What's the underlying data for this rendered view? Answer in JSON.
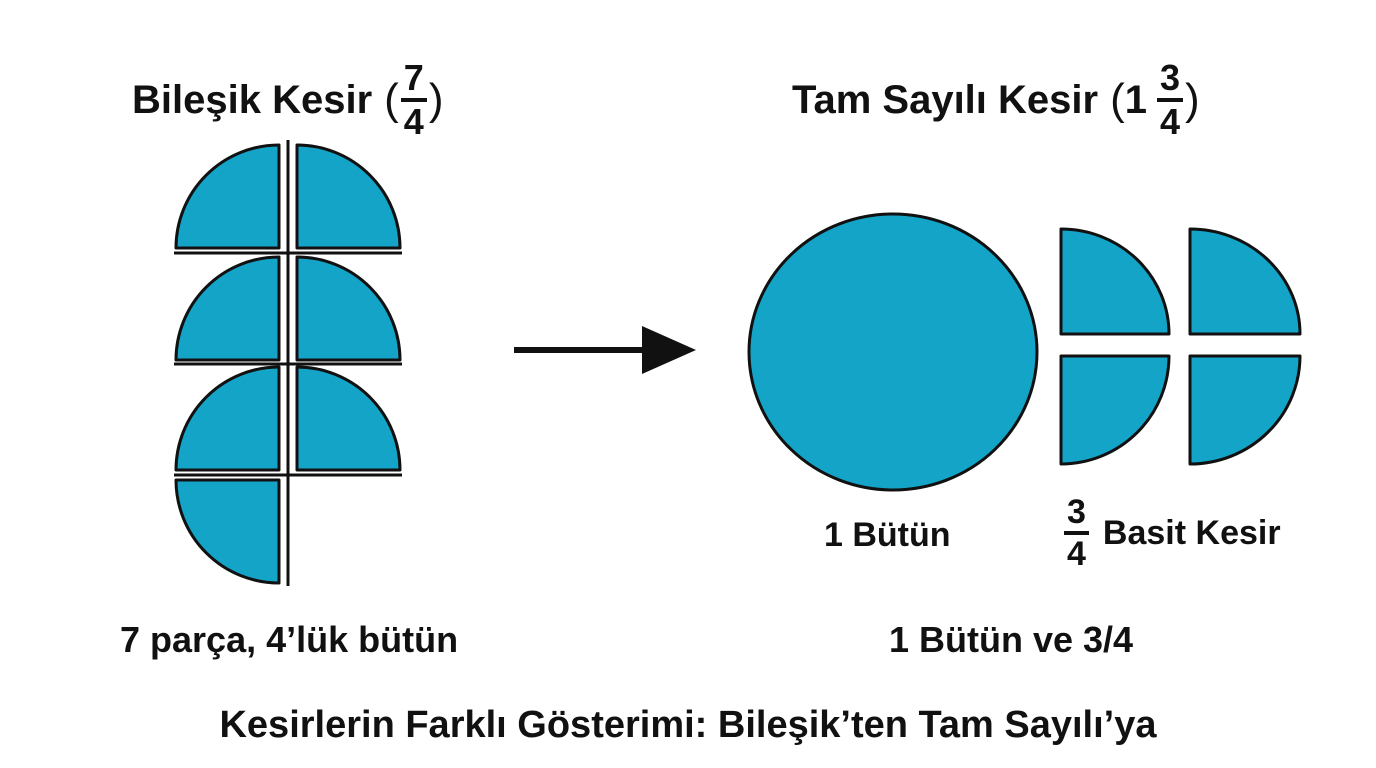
{
  "left": {
    "title_text": "Bileşik Kesir",
    "fraction": {
      "numerator": "7",
      "denominator": "4"
    },
    "pieces_shown": 7,
    "caption": "7 parça, 4’lük bütün"
  },
  "right": {
    "title_text": "Tam Sayılı Kesir",
    "whole_number": "1",
    "fraction": {
      "numerator": "3",
      "denominator": "4"
    },
    "whole_label": "1 Bütün",
    "part_fraction": {
      "numerator": "3",
      "denominator": "4"
    },
    "part_label": "Basit Kesir",
    "quarters_shown": 4,
    "caption": "1 Bütün ve 3/4"
  },
  "footer": {
    "title": "Kesirlerin Farklı Gösterimi: Bileşik’ten Tam Sayılı’ya"
  },
  "colors": {
    "fill": "#13a4c8",
    "stroke": "#111111",
    "background": "#ffffff"
  }
}
